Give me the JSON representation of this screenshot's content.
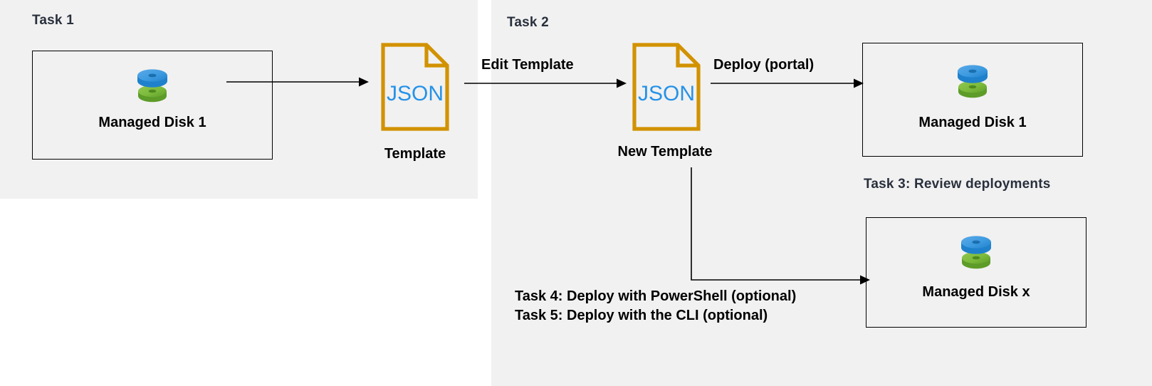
{
  "diagram": {
    "title_tasks": {
      "task1": "Task 1",
      "task2": "Task 2",
      "task3": "Task 3: Review deployments"
    },
    "colors": {
      "panel_background": "#f1f1f1",
      "page_background": "#ffffff",
      "section_label": "#29303d",
      "json_doc_border": "#d29200",
      "json_text": "#2692e8",
      "disk_top_blue": "#3e9be0",
      "disk_bottom_green": "#7cba3c",
      "connector_line": "#000000",
      "box_border": "#000000"
    },
    "boxes": [
      {
        "id": "managed-disk-1-left",
        "caption": "Managed Disk 1",
        "icon": "managed-disk-icon"
      },
      {
        "id": "managed-disk-1-right",
        "caption": "Managed Disk 1",
        "icon": "managed-disk-icon"
      },
      {
        "id": "managed-disk-x",
        "caption": "Managed Disk x",
        "icon": "managed-disk-icon"
      }
    ],
    "documents": [
      {
        "id": "template",
        "body_text": "JSON",
        "caption": "Template",
        "icon": "json-file-icon"
      },
      {
        "id": "new-template",
        "body_text": "JSON",
        "caption": "New Template",
        "icon": "json-file-icon"
      }
    ],
    "edges": [
      {
        "id": "disk-to-template",
        "label": ""
      },
      {
        "id": "template-to-new-template",
        "label": "Edit Template"
      },
      {
        "id": "new-template-to-disk1",
        "label": "Deploy (portal)"
      },
      {
        "id": "new-template-to-diskx",
        "label": ""
      }
    ],
    "optional_tasks": [
      "Task 4: Deploy with PowerShell (optional)",
      "Task 5: Deploy with the CLI (optional)"
    ]
  }
}
